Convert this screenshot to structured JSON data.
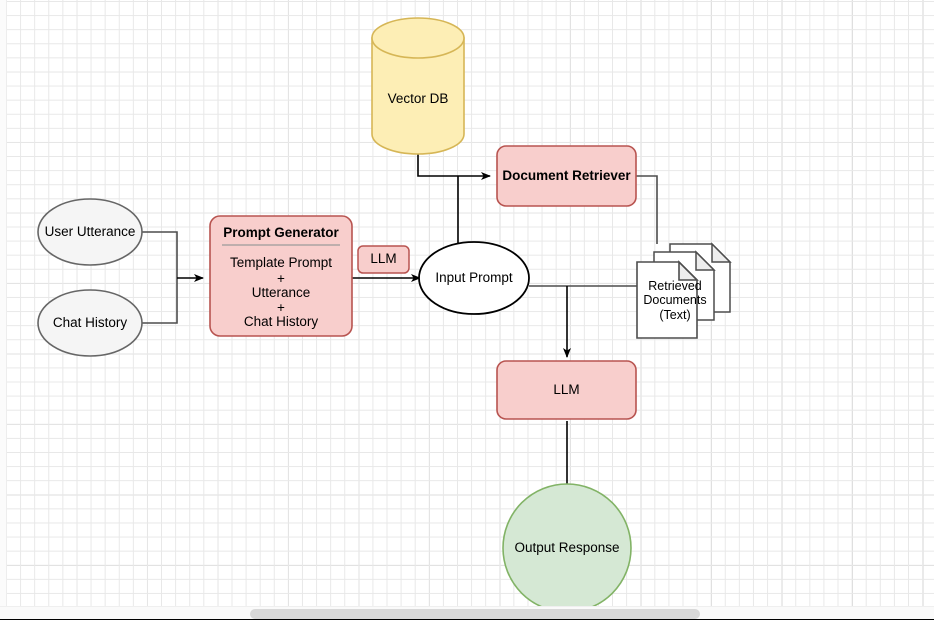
{
  "diagram": {
    "title": "RAG pipeline flow diagram",
    "canvas": {
      "grid": "on",
      "background": "#ffffff",
      "minor_grid_color": "#e8e8e8",
      "major_grid_color": "#d2d2d2"
    },
    "nodes": {
      "vector_db": {
        "label": "Vector DB",
        "shape": "cylinder",
        "fill": "#fdeeb5",
        "stroke": "#d6b656"
      },
      "document_retriever": {
        "label": "Document Retriever",
        "shape": "rounded-rect",
        "fill": "#f8cecc",
        "stroke": "#b85450"
      },
      "user_utterance": {
        "label": "User Utterance",
        "shape": "ellipse",
        "fill": "#f5f5f5",
        "stroke": "#666666"
      },
      "chat_history": {
        "label": "Chat History",
        "shape": "ellipse",
        "fill": "#f5f5f5",
        "stroke": "#666666"
      },
      "prompt_generator": {
        "title": "Prompt Generator",
        "shape": "rounded-rect-divided",
        "fill": "#f8cecc",
        "stroke": "#b85450",
        "body_lines": [
          "Template Prompt",
          "+",
          "Utterance",
          "+",
          "Chat History"
        ]
      },
      "llm_badge": {
        "label": "LLM",
        "shape": "rounded-rect",
        "fill": "#f8cecc",
        "stroke": "#b85450"
      },
      "input_prompt": {
        "label": "Input Prompt",
        "shape": "ellipse",
        "fill": "#ffffff",
        "stroke": "#000000"
      },
      "retrieved_documents": {
        "shape": "document-stack",
        "fill": "#ffffff",
        "stroke": "#4d4d4d",
        "label_lines": [
          "Retrieved",
          "Documents",
          "(Text)"
        ]
      },
      "llm_main": {
        "label": "LLM",
        "shape": "rounded-rect",
        "fill": "#f8cecc",
        "stroke": "#b85450"
      },
      "output_response": {
        "label": "Output Response",
        "shape": "circle",
        "fill": "#d5e8d4",
        "stroke": "#82b366"
      }
    },
    "edges": [
      {
        "from": "vector_db",
        "to": "document_retriever",
        "arrow": true
      },
      {
        "from": "vector_db",
        "to": "input_prompt",
        "arrow": false
      },
      {
        "from": "user_utterance",
        "to": "prompt_generator",
        "arrow": true
      },
      {
        "from": "chat_history",
        "to": "prompt_generator",
        "arrow": true
      },
      {
        "from": "prompt_generator",
        "to": "input_prompt",
        "arrow": true
      },
      {
        "from": "document_retriever",
        "to": "retrieved_documents",
        "arrow": false
      },
      {
        "from": "retrieved_documents",
        "to": "input_prompt",
        "arrow": false
      },
      {
        "from": "input_prompt",
        "to": "llm_main",
        "arrow": true
      },
      {
        "from": "llm_main",
        "to": "output_response",
        "arrow": true
      }
    ]
  },
  "scrollbar": {
    "orientation": "horizontal",
    "thumb_color": "#d8d8d8"
  }
}
